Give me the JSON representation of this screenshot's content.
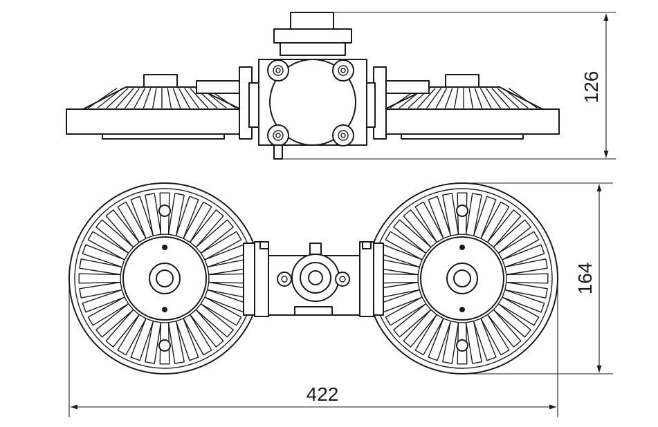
{
  "dimensions": {
    "height_top_view": "126",
    "height_front_view": "164",
    "total_width": "422"
  }
}
